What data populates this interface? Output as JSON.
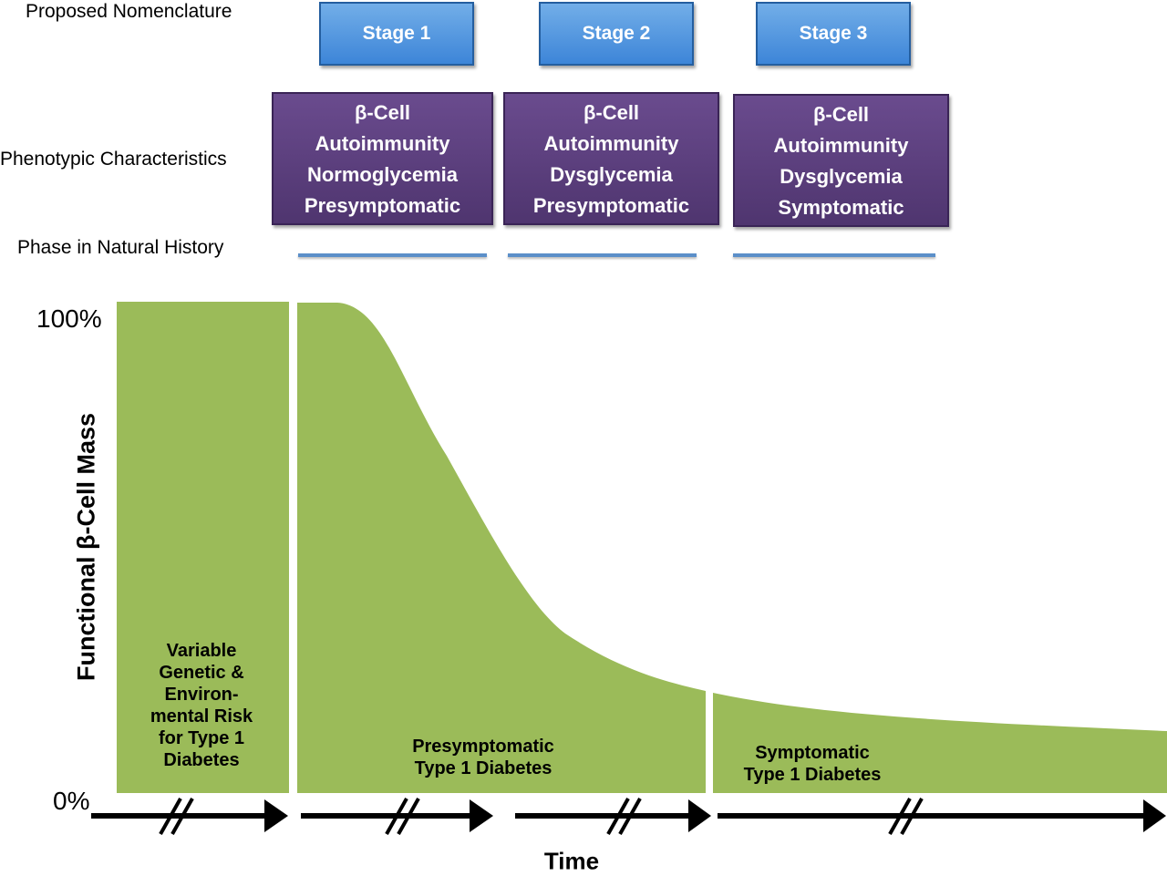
{
  "row_labels": {
    "nomenclature": "Proposed Nomenclature",
    "phenotypic": "Phenotypic Characteristics",
    "phase": "Phase in Natural History"
  },
  "stages": [
    {
      "label": "Stage 1"
    },
    {
      "label": "Stage  2"
    },
    {
      "label": "Stage  3"
    }
  ],
  "phenotypes": [
    {
      "lines": [
        "β-Cell",
        "Autoimmunity",
        "Normoglycemia",
        "Presymptomatic"
      ]
    },
    {
      "lines": [
        "β-Cell",
        "Autoimmunity",
        "Dysglycemia",
        "Presymptomatic"
      ]
    },
    {
      "lines": [
        "β-Cell",
        "Autoimmunity",
        "Dysglycemia",
        "Symptomatic"
      ]
    }
  ],
  "axis": {
    "y_label": "Functional β-Cell Mass",
    "y_max_label": "100%",
    "y_min_label": "0%",
    "x_label": "Time"
  },
  "regions": [
    {
      "lines": [
        "Variable",
        "Genetic &",
        "Environ-",
        "mental Risk",
        "for Type 1",
        "Diabetes"
      ]
    },
    {
      "lines": [
        "Presymptomatic",
        "Type 1 Diabetes"
      ]
    },
    {
      "lines": [
        "Symptomatic",
        "Type 1 Diabetes"
      ]
    }
  ],
  "colors": {
    "stage_blue": "#4a90dd",
    "phenotype_purple": "#5e4180",
    "phase_line": "#5b8fc9",
    "area_green": "#9bbb59"
  }
}
